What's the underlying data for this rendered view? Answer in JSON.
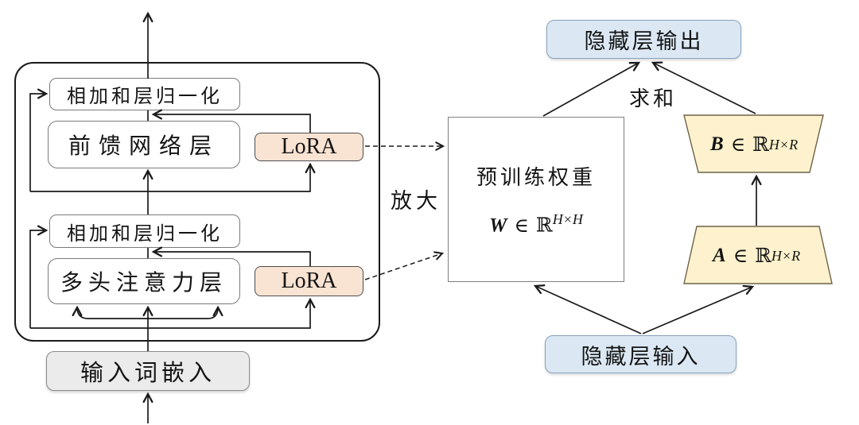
{
  "colors": {
    "lora_fill": "#f9e3d2",
    "matrix_fill": "#fdf2cd",
    "matrix_stroke": "#6e6248",
    "io_fill": "#dbe8f4",
    "embed_fill": "#ebebeb",
    "line": "#1a1a1a"
  },
  "transformer_block": {
    "add_norm_top": "相加和层归一化",
    "ffn_label": "前馈网络层",
    "lora_ffn_label": "LoRA",
    "add_norm_bottom": "相加和层归一化",
    "attention_label": "多头注意力层",
    "lora_attn_label": "LoRA",
    "input_embedding_label": "输入词嵌入"
  },
  "annotations": {
    "zoom_label": "放大",
    "sum_label": "求和"
  },
  "lora_detail": {
    "hidden_output_label": "隐藏层输出",
    "hidden_input_label": "隐藏层输入",
    "pretrained_title": "预训练权重",
    "pretrained_formula": {
      "var": "W",
      "element_of": "∈",
      "set": "ℝ",
      "superscript": "H×H"
    },
    "matrix_b_formula": {
      "var": "B",
      "element_of": "∈",
      "set": "ℝ",
      "superscript": "H×R"
    },
    "matrix_a_formula": {
      "var": "A",
      "element_of": "∈",
      "set": "ℝ",
      "superscript": "H×R"
    }
  }
}
